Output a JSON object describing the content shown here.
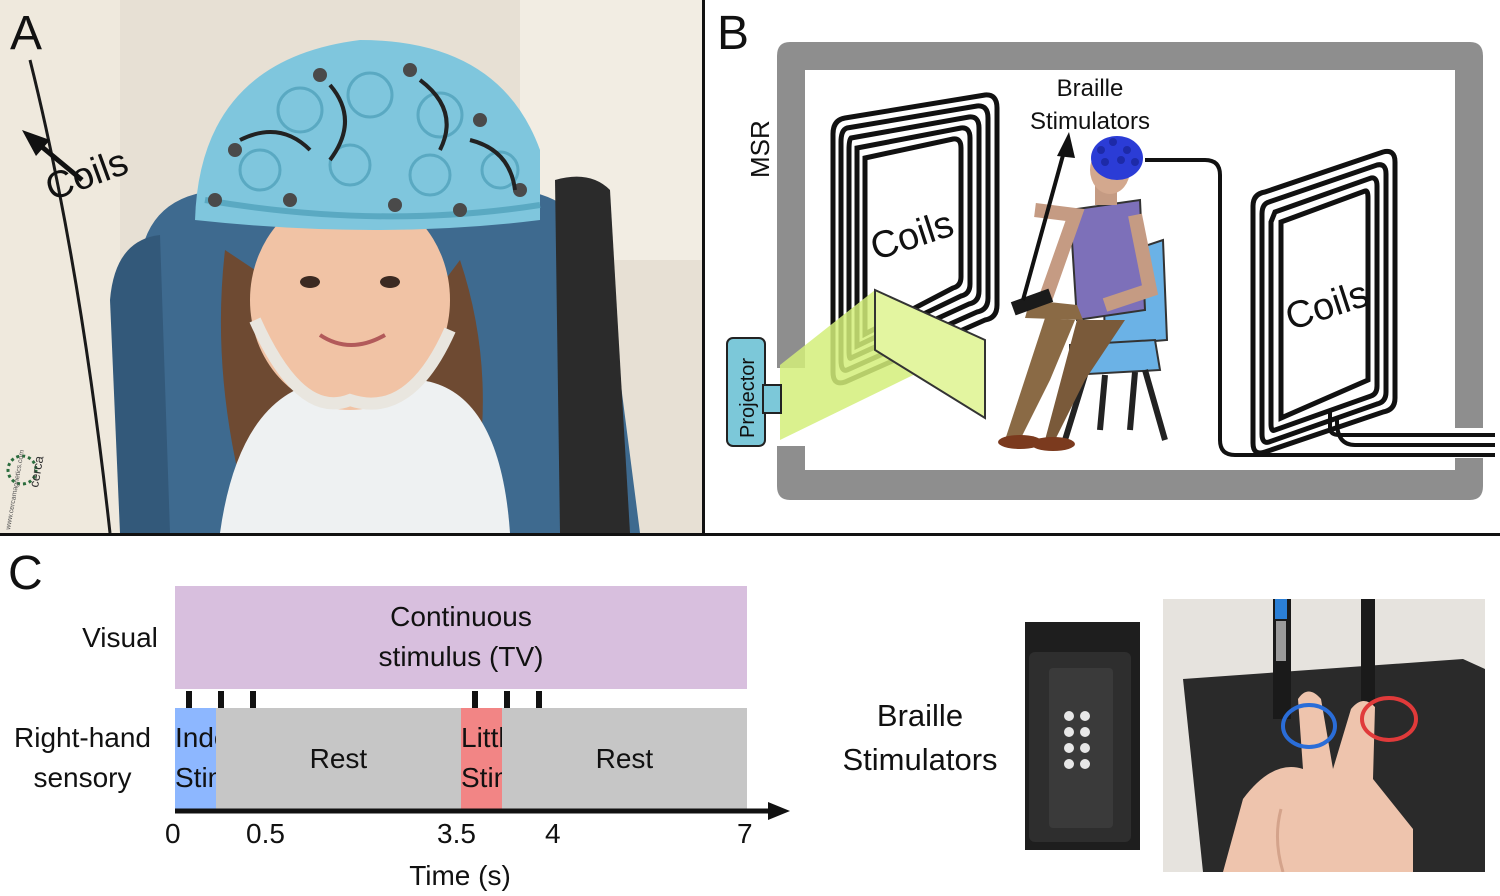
{
  "panels": {
    "a": {
      "letter": "A",
      "coils_label": "Coils",
      "logo_text": "cerca",
      "logo_url_text": "www.cercamagnetics.com"
    },
    "b": {
      "letter": "B",
      "msr_label": "MSR",
      "braille_label": "Braille\nStimulators",
      "coils_left_label": "Coils",
      "coils_right_label": "Coils",
      "projector_label": "Projector"
    },
    "c": {
      "letter": "C",
      "visual_row_label": "Visual",
      "sensory_row_label": "Right-hand\nsensory",
      "visual_block_text": "Continuous\nstimulus (TV)",
      "blocks": [
        {
          "label": "Index\nStim",
          "start": 0,
          "end": 0.5,
          "color": "#8db7ff"
        },
        {
          "label": "Rest",
          "start": 0.5,
          "end": 3.5,
          "color": "#c6c6c6"
        },
        {
          "label": "Little\nStim",
          "start": 3.5,
          "end": 4,
          "color": "#f28585"
        },
        {
          "label": "Rest",
          "start": 4,
          "end": 7,
          "color": "#c6c6c6"
        }
      ],
      "visual_color": "#d8bfde",
      "time_ticks": [
        "0",
        "0.5",
        "3.5",
        "4",
        "7"
      ],
      "xlabel": "Time (s)",
      "braille_label": "Braille\nStimulators",
      "index_circle_color": "#2a6dd8",
      "little_circle_color": "#e03a3a"
    }
  }
}
